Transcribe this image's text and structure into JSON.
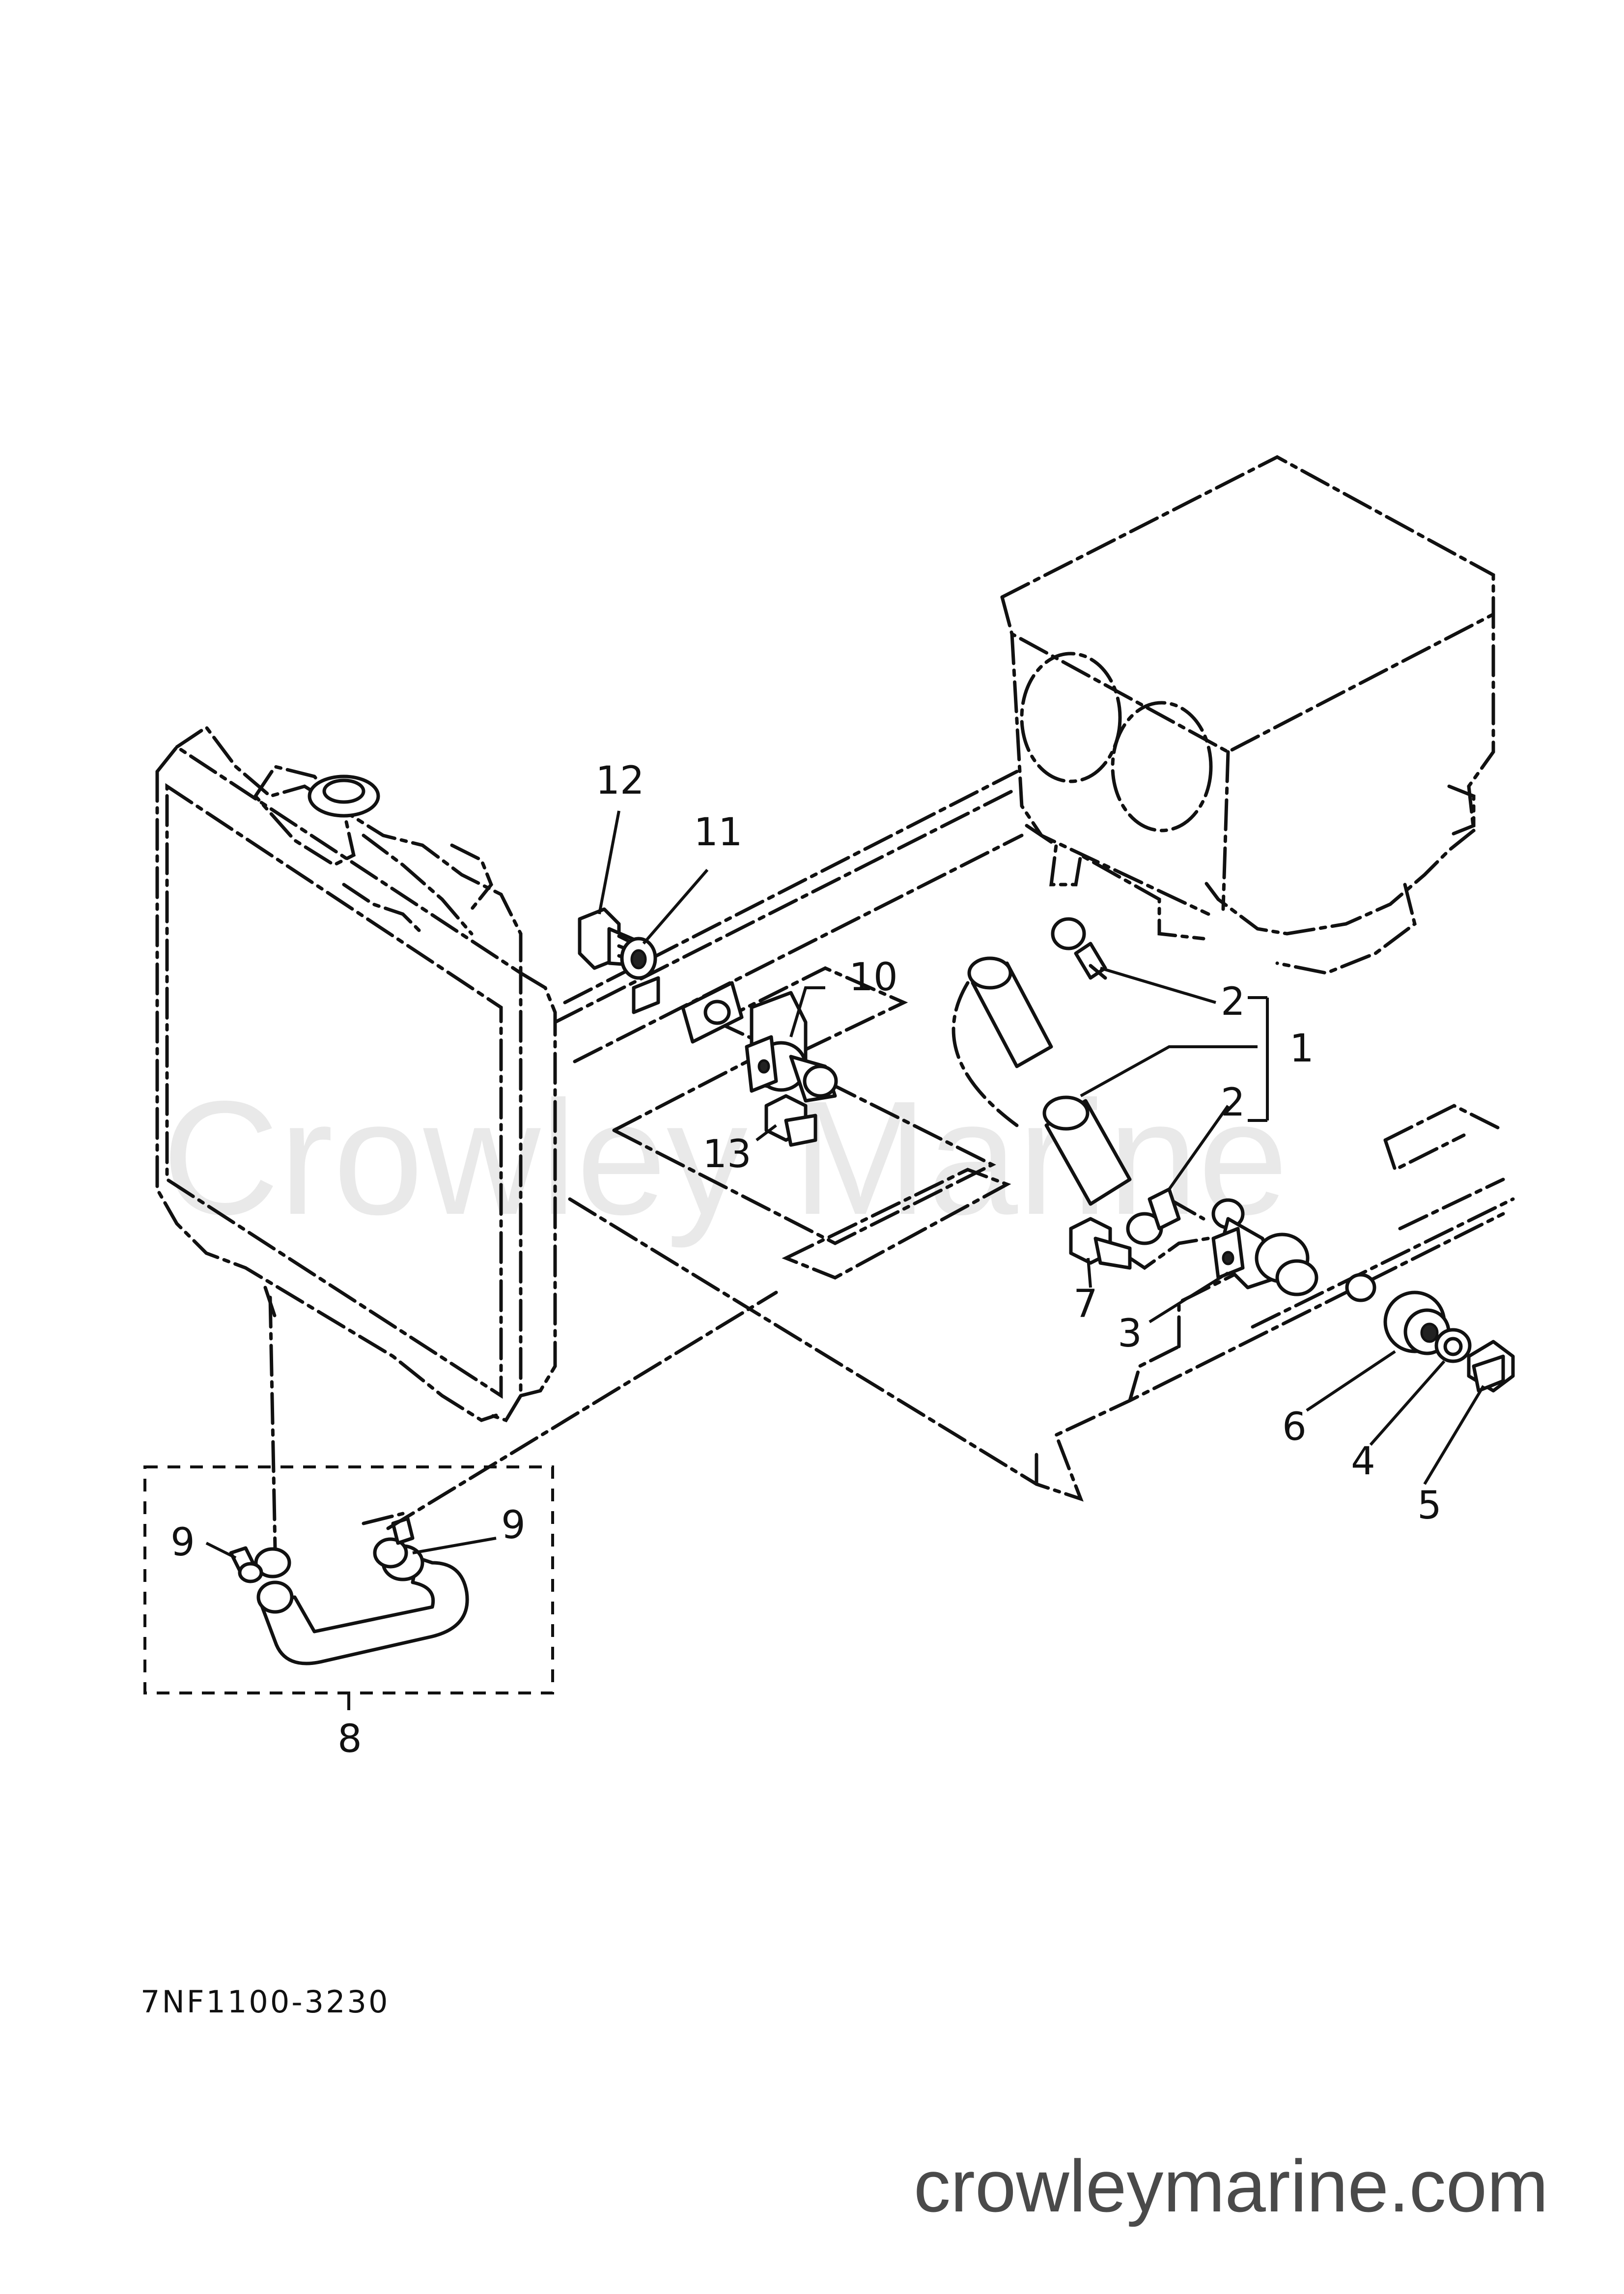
{
  "diagram": {
    "drawing_code": "7NF1100-3230",
    "watermark": "Crowley Marine",
    "site": "crowleymarine.com",
    "callouts": {
      "c1": "1",
      "c2a": "2",
      "c2b": "2",
      "c3": "3",
      "c4": "4",
      "c5": "5",
      "c6": "6",
      "c7": "7",
      "c8": "8",
      "c9a": "9",
      "c9b": "9",
      "c10": "10",
      "c11": "11",
      "c12": "12",
      "c13": "13"
    }
  }
}
